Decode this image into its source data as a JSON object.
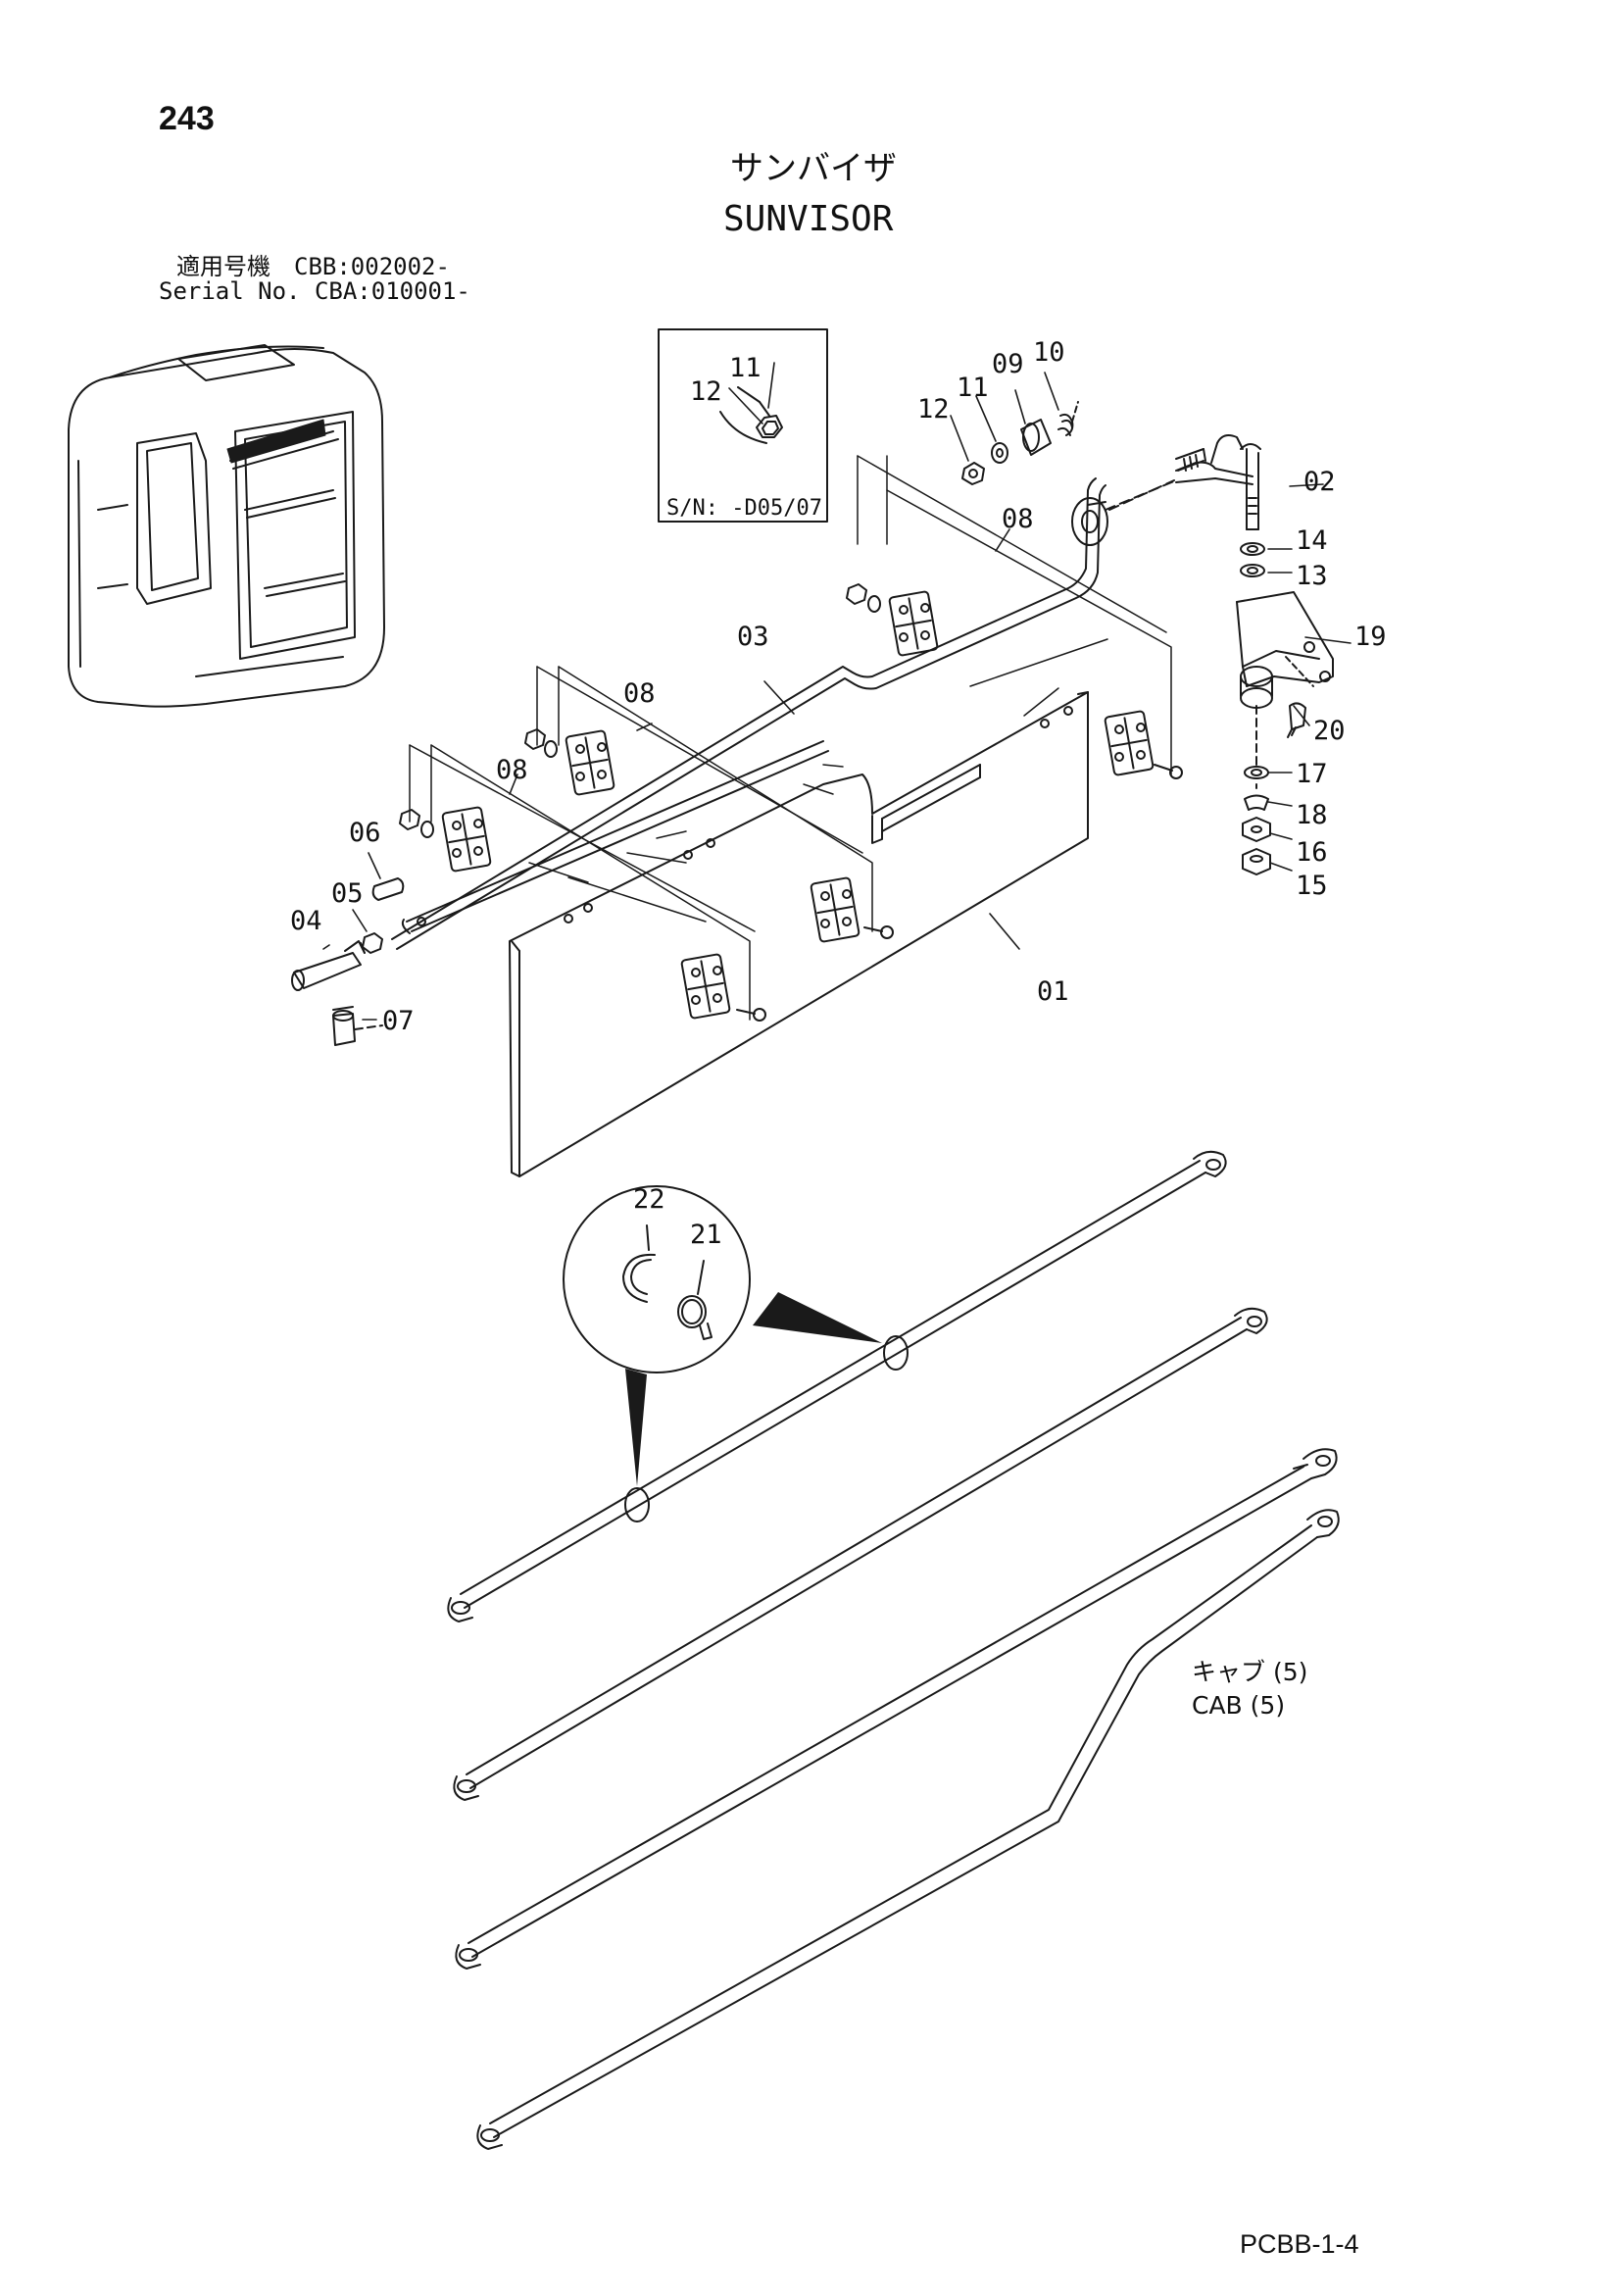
{
  "page_number": "243",
  "title_jp": "サンバイザ",
  "title_en": "SUNVISOR",
  "serial": {
    "line1": "適用号機　CBB:002002-",
    "line2": "Serial No. CBA:010001-"
  },
  "inset_serial": "S/N: -D05/07",
  "callouts": [
    {
      "id": "c-01",
      "text": "01"
    },
    {
      "id": "c-02",
      "text": "02"
    },
    {
      "id": "c-03",
      "text": "03"
    },
    {
      "id": "c-04",
      "text": "04"
    },
    {
      "id": "c-05",
      "text": "05"
    },
    {
      "id": "c-06",
      "text": "06"
    },
    {
      "id": "c-07",
      "text": "07"
    },
    {
      "id": "c-08a",
      "text": "08"
    },
    {
      "id": "c-08b",
      "text": "08"
    },
    {
      "id": "c-08c",
      "text": "08"
    },
    {
      "id": "c-09",
      "text": "09"
    },
    {
      "id": "c-10",
      "text": "10"
    },
    {
      "id": "c-11a",
      "text": "11"
    },
    {
      "id": "c-11b",
      "text": "11"
    },
    {
      "id": "c-12a",
      "text": "12"
    },
    {
      "id": "c-12b",
      "text": "12"
    },
    {
      "id": "c-13",
      "text": "13"
    },
    {
      "id": "c-14",
      "text": "14"
    },
    {
      "id": "c-15",
      "text": "15"
    },
    {
      "id": "c-16",
      "text": "16"
    },
    {
      "id": "c-17",
      "text": "17"
    },
    {
      "id": "c-18",
      "text": "18"
    },
    {
      "id": "c-19",
      "text": "19"
    },
    {
      "id": "c-20",
      "text": "20"
    },
    {
      "id": "c-21",
      "text": "21"
    },
    {
      "id": "c-22",
      "text": "22"
    }
  ],
  "cab_reference": {
    "jp": "キャブ (5)",
    "en": "CAB (5)"
  },
  "footer_code": "PCBB-1-4"
}
